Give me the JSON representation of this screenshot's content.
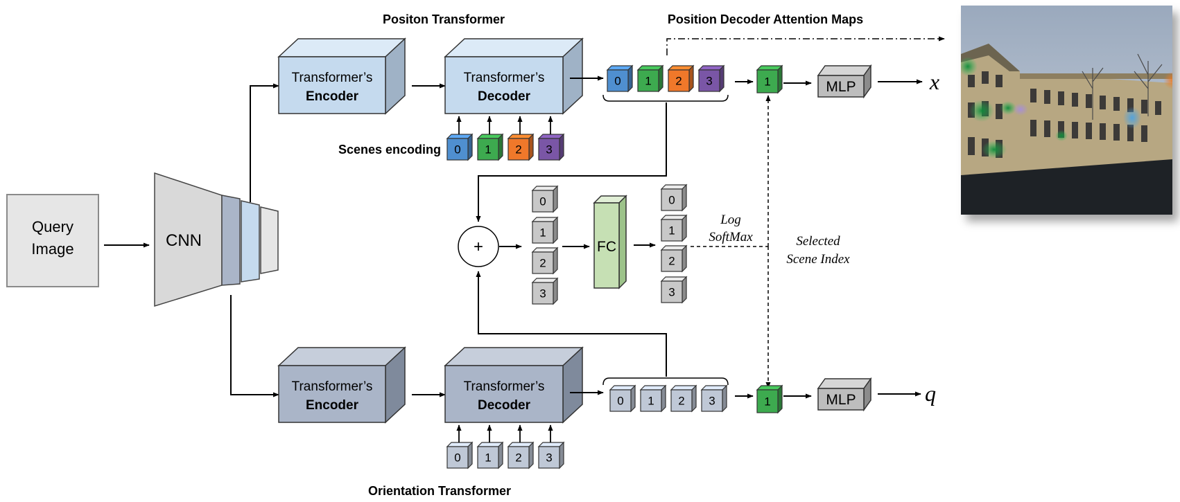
{
  "titles": {
    "position_transformer": "Positon Transformer",
    "orientation_transformer": "Orientation Transformer",
    "attention_maps": "Position Decoder Attention Maps"
  },
  "query_image": {
    "line1": "Query",
    "line2": "Image"
  },
  "cnn_label": "CNN",
  "encoder": {
    "line1": "Transformer’s",
    "line2": "Encoder"
  },
  "decoder": {
    "line1": "Transformer’s",
    "line2": "Decoder"
  },
  "scenes_encoding_label": "Scenes encoding",
  "token_ids": [
    "0",
    "1",
    "2",
    "3"
  ],
  "selected_token": "1",
  "fc_label": "FC",
  "mlp_label": "MLP",
  "log_softmax": {
    "line1": "Log",
    "line2": "SoftMax"
  },
  "selected_scene_index": {
    "line1": "Selected",
    "line2": "Scene Index"
  },
  "plus_symbol": "+",
  "outputs": {
    "position": "x",
    "orientation": "q"
  },
  "colors": {
    "position_block": "#c5daee",
    "orientation_block": "#aab5c8",
    "token_blue": "#4f8fd0",
    "token_green": "#3daa4f",
    "token_orange": "#f0782a",
    "token_purple": "#7a56a6",
    "token_gray_light": "#bfc8d6",
    "token_gray": "#c8c8c8",
    "fc_green": "#c6e0b4",
    "mlp_gray": "#bdbdbd"
  }
}
